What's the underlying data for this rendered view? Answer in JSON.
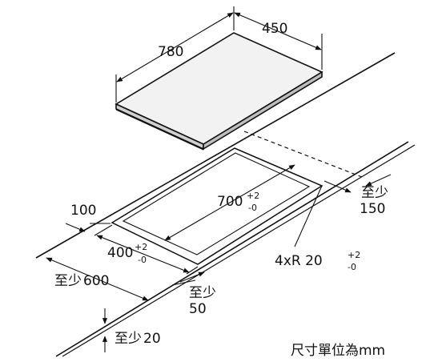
{
  "diagram": {
    "hob_length": "780",
    "hob_width": "450",
    "cutout_length": "700",
    "cutout_width": "400",
    "tolerance_plus": "+2",
    "tolerance_minus": "-0",
    "front_edge": "100",
    "min_label": "至少",
    "min_front": "600",
    "min_side": "50",
    "min_rear": "150",
    "min_bottom": "20",
    "corner_radius": "4xR 20",
    "units_note": "尺寸單位為mm"
  },
  "colors": {
    "line": "#111111",
    "hob_top": "#f2f2f2",
    "background": "#ffffff"
  }
}
